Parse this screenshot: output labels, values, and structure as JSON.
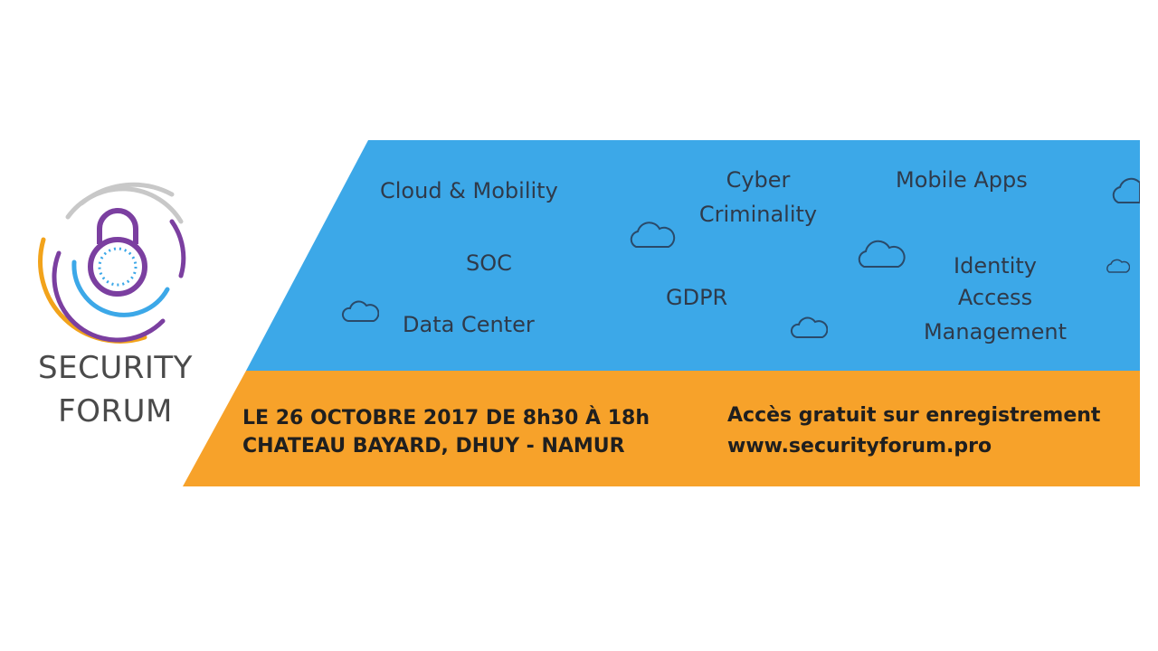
{
  "logo": {
    "line1": "SECURITY",
    "line2": "FORUM",
    "icon": "padlock-icon"
  },
  "topics": {
    "cloud_mobility": "Cloud & Mobility",
    "cyber_line1": "Cyber",
    "cyber_line2": "Criminality",
    "mobile_apps": "Mobile Apps",
    "soc": "SOC",
    "identity_line1": "Identity",
    "identity_line2": "Access",
    "identity_line3": "Management",
    "gdpr": "GDPR",
    "data_center": "Data Center"
  },
  "event": {
    "date": "LE 26 OCTOBRE 2017 DE 8h30 À 18h",
    "location": "CHATEAU BAYARD, DHUY - NAMUR",
    "access": "Accès gratuit sur enregistrement",
    "website": "www.securityforum.pro"
  },
  "colors": {
    "blue": "#3ca8e8",
    "orange": "#f7a22a",
    "grey": "#9a9a9a",
    "purple": "#7b3fa0",
    "gold": "#f2a31b"
  }
}
